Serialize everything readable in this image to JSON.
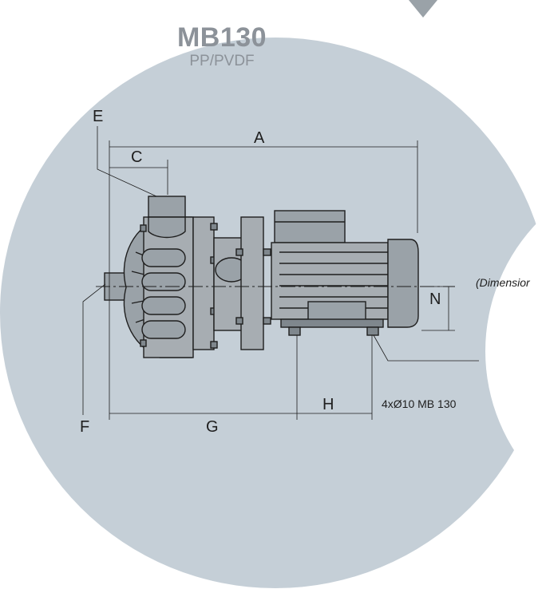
{
  "header": {
    "model": "MB130",
    "material": "PP/PVDF"
  },
  "dimension_labels": {
    "A": "A",
    "C": "C",
    "E": "E",
    "F": "F",
    "G": "G",
    "H": "H",
    "N": "N"
  },
  "hole_note": "4xØ10 MB 130",
  "side_note": "(Dimensior",
  "colors": {
    "background_disc": "#c5cfd7",
    "cutout": "#ffffff",
    "line": "#1e1e1e",
    "pump_body": "#9aa2a8",
    "motor_body": "#a7adb2",
    "dark_part": "#7f878d",
    "corner_mark": "#9aa2a8"
  }
}
